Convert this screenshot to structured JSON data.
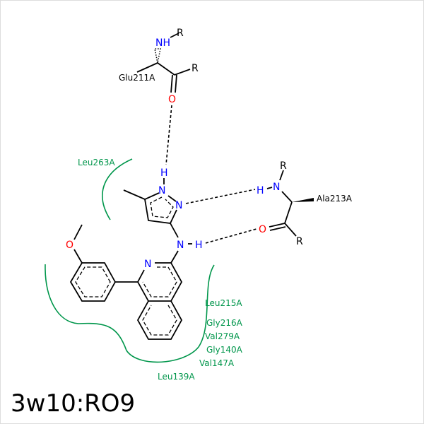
{
  "title": "3w10:RO9",
  "colors": {
    "nitrogen": "#0000ff",
    "oxygen": "#ff0000",
    "hydrophobic": "#00964b",
    "bond": "#000000"
  },
  "residues": {
    "glu": "Glu211A",
    "ala": "Ala213A",
    "hydrophobic": [
      "Leu263A",
      "Leu215A",
      "Gly216A",
      "Val279A",
      "Gly140A",
      "Val147A",
      "Leu139A"
    ]
  },
  "atoms": {
    "N": "N",
    "NH": "NH",
    "H": "H",
    "O": "O",
    "R": "R"
  }
}
